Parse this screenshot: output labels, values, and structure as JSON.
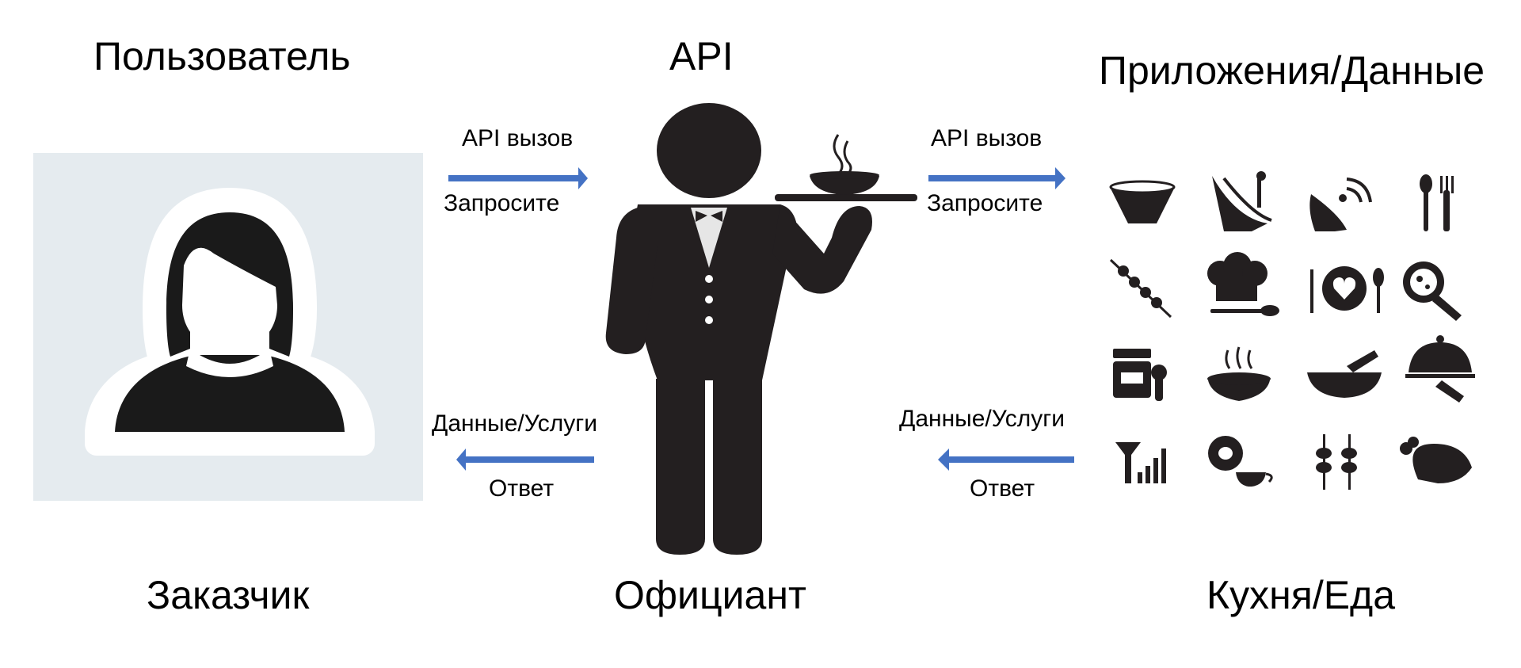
{
  "headings": {
    "user": "Пользователь",
    "api": "API",
    "apps": "Приложения/Данные"
  },
  "captions": {
    "customer": "Заказчик",
    "waiter": "Официант",
    "kitchen": "Кухня/Еда"
  },
  "left_flow": {
    "request_top": "API вызов",
    "request_bottom": "Запросите",
    "response_top": "Данные/Услуги",
    "response_bottom": "Ответ"
  },
  "right_flow": {
    "request_top": "API вызов",
    "request_bottom": "Запросите",
    "response_top": "Данные/Услуги",
    "response_bottom": "Ответ"
  },
  "colors": {
    "arrow": "#4472C4",
    "icon": "#231F20",
    "panel": "#E5EBEF"
  },
  "food_icons": [
    "bowl-icon",
    "satellite-dish-icon",
    "satellite-signal-icon",
    "spoon-fork-icon",
    "kebab-skewer-icon",
    "chef-hat-spoon-icon",
    "plate-heart-icon",
    "frying-pan-icon",
    "jar-icon",
    "steaming-dish-icon",
    "mortar-bowl-icon",
    "cloche-serving-icon",
    "signal-antenna-icon",
    "egg-cup-icon",
    "skewers-icon",
    "roast-chicken-icon"
  ]
}
